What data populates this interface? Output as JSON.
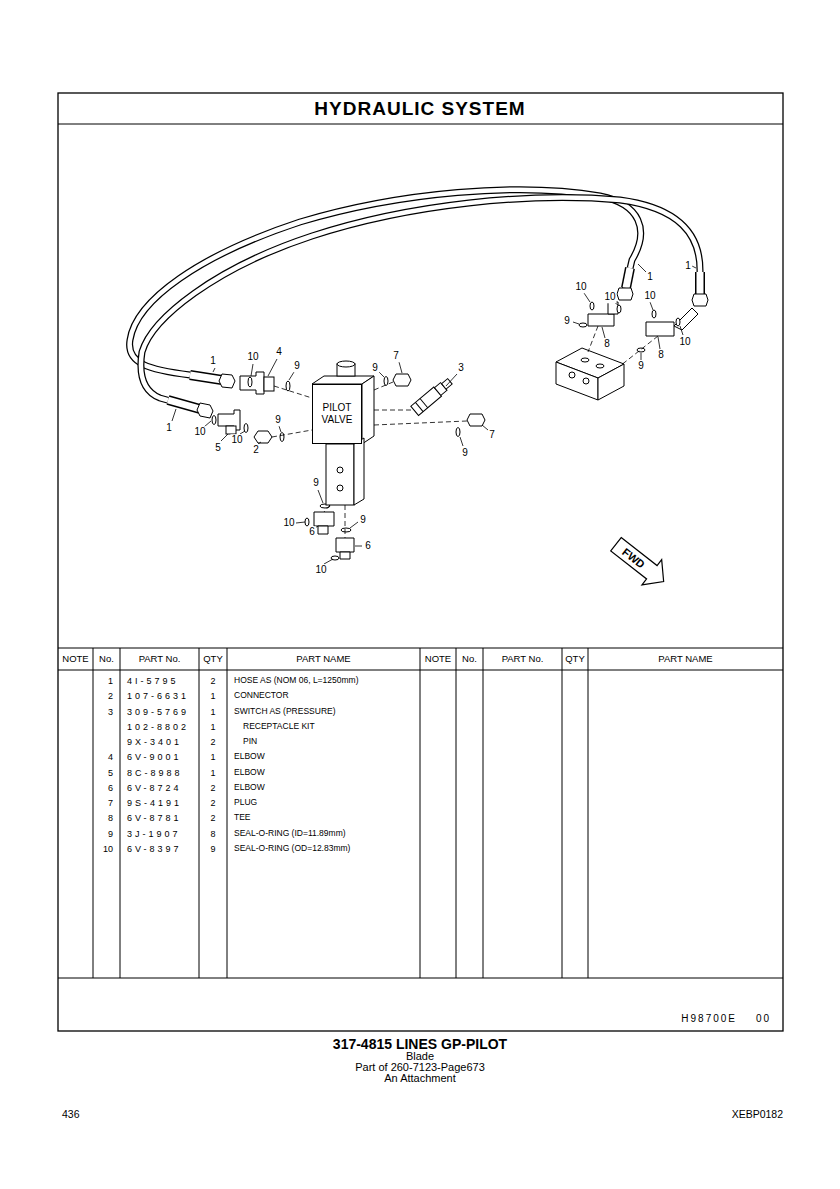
{
  "diagram": {
    "title": "HYDRAULIC SYSTEM",
    "caption": "317-4815 LINES GP-PILOT",
    "nodes": [
      {
        "text": [
          "PILOT VALVE"
        ]
      },
      {
        "text": [
          "FWD"
        ]
      }
    ],
    "labels": [
      "1",
      "10",
      "4",
      "9",
      "9",
      "7",
      "3",
      "1",
      "10",
      "5",
      "10",
      "9",
      "2",
      "7",
      "9",
      "9",
      "10",
      "6",
      "9",
      "6",
      "10",
      "1",
      "1",
      "10",
      "10",
      "10",
      "9",
      "8",
      "10",
      "8",
      "9",
      "NOTE",
      "No.",
      "PART No.",
      "QTY",
      "PART NAME",
      "NOTE",
      "No.",
      "PART No.",
      "QTY",
      "PART NAME",
      "1",
      "4I-5795",
      "2",
      "HOSE AS (NOM 06, L=1250mm)",
      "2",
      "107-6631",
      "1",
      "CONNECTOR",
      "3",
      "309-5769",
      "1",
      "SWITCH AS (PRESSURE)",
      "102-8802",
      "1",
      "RECEPTACLE KIT",
      "9X-3401",
      "2",
      "PIN",
      "4",
      "6V-9001",
      "1",
      "ELBOW",
      "5",
      "8C-8988",
      "1",
      "ELBOW",
      "6",
      "6V-8724",
      "2",
      "ELBOW",
      "7",
      "9S-4191",
      "2",
      "PLUG",
      "8",
      "6V-8781",
      "2",
      "TEE",
      "9",
      "3J-1907",
      "8",
      "SEAL-O-RING (ID=11.89mm)",
      "10",
      "6V-8397",
      "9",
      "SEAL-O-RING (OD=12.83mm)",
      "H98700E",
      "00",
      "Blade",
      "Part of 260-7123-Page673",
      "An Attachment",
      "436",
      "XEBP0182"
    ]
  }
}
